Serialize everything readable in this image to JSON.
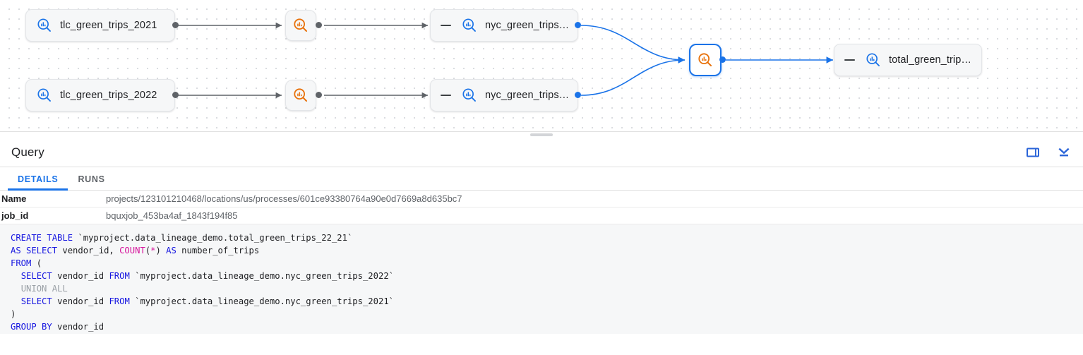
{
  "lineage": {
    "nodes": [
      {
        "id": "tlc2021",
        "label": "tlc_green_trips_2021",
        "icon": "bigquery-table-icon",
        "type": "table"
      },
      {
        "id": "tlc2022",
        "label": "tlc_green_trips_2022",
        "icon": "bigquery-table-icon",
        "type": "table"
      },
      {
        "id": "proc1",
        "label": "",
        "icon": "bigquery-process-icon",
        "type": "process"
      },
      {
        "id": "proc2",
        "label": "",
        "icon": "bigquery-process-icon",
        "type": "process"
      },
      {
        "id": "nyc2021",
        "label": "nyc_green_trips…",
        "icon": "bigquery-table-icon",
        "type": "table"
      },
      {
        "id": "nyc2022",
        "label": "nyc_green_trips…",
        "icon": "bigquery-table-icon",
        "type": "table"
      },
      {
        "id": "procSel",
        "label": "",
        "icon": "bigquery-process-icon",
        "type": "process",
        "selected": true
      },
      {
        "id": "total",
        "label": "total_green_trip…",
        "icon": "bigquery-table-icon",
        "type": "table"
      }
    ],
    "colors": {
      "table_icon": "#1a73e8",
      "process_icon": "#e8710a",
      "selected_border": "#1a73e8",
      "edge_grey": "#5f6368",
      "edge_blue": "#1a73e8"
    }
  },
  "query_panel": {
    "title": "Query",
    "actions": [
      {
        "name": "side-panel-toggle",
        "icon": "side-panel-icon"
      },
      {
        "name": "collapse-panel",
        "icon": "chevron-down-bar-icon"
      }
    ],
    "tabs": [
      {
        "label": "DETAILS",
        "active": true
      },
      {
        "label": "RUNS",
        "active": false
      }
    ],
    "details": [
      {
        "key": "Name",
        "value": "projects/123101210468/locations/us/processes/601ce93380764a90e0d7669a8d635bc7"
      },
      {
        "key": "job_id",
        "value": "bquxjob_453ba4af_1843f194f85"
      }
    ]
  },
  "sql": {
    "lines": [
      [
        {
          "t": "CREATE TABLE ",
          "c": "kw"
        },
        {
          "t": "`myproject.data_lineage_demo.total_green_trips_22_21`",
          "c": "id"
        }
      ],
      [
        {
          "t": "AS SELECT ",
          "c": "kw"
        },
        {
          "t": "vendor_id, ",
          "c": "id"
        },
        {
          "t": "COUNT",
          "c": "fn"
        },
        {
          "t": "(",
          "c": "id"
        },
        {
          "t": "*",
          "c": "fn"
        },
        {
          "t": ") ",
          "c": "id"
        },
        {
          "t": "AS ",
          "c": "kw"
        },
        {
          "t": "number_of_trips",
          "c": "id"
        }
      ],
      [
        {
          "t": "FROM ",
          "c": "kw"
        },
        {
          "t": "(",
          "c": "id"
        }
      ],
      [
        {
          "t": "  ",
          "c": "id"
        },
        {
          "t": "SELECT ",
          "c": "kw"
        },
        {
          "t": "vendor_id ",
          "c": "id"
        },
        {
          "t": "FROM ",
          "c": "kw"
        },
        {
          "t": "`myproject.data_lineage_demo.nyc_green_trips_2022`",
          "c": "id"
        }
      ],
      [
        {
          "t": "  ",
          "c": "id"
        },
        {
          "t": "UNION ALL",
          "c": "dim"
        }
      ],
      [
        {
          "t": "  ",
          "c": "id"
        },
        {
          "t": "SELECT ",
          "c": "kw"
        },
        {
          "t": "vendor_id ",
          "c": "id"
        },
        {
          "t": "FROM ",
          "c": "kw"
        },
        {
          "t": "`myproject.data_lineage_demo.nyc_green_trips_2021`",
          "c": "id"
        }
      ],
      [
        {
          "t": ")",
          "c": "id"
        }
      ],
      [
        {
          "t": "GROUP BY ",
          "c": "kw"
        },
        {
          "t": "vendor_id",
          "c": "id"
        }
      ]
    ]
  }
}
